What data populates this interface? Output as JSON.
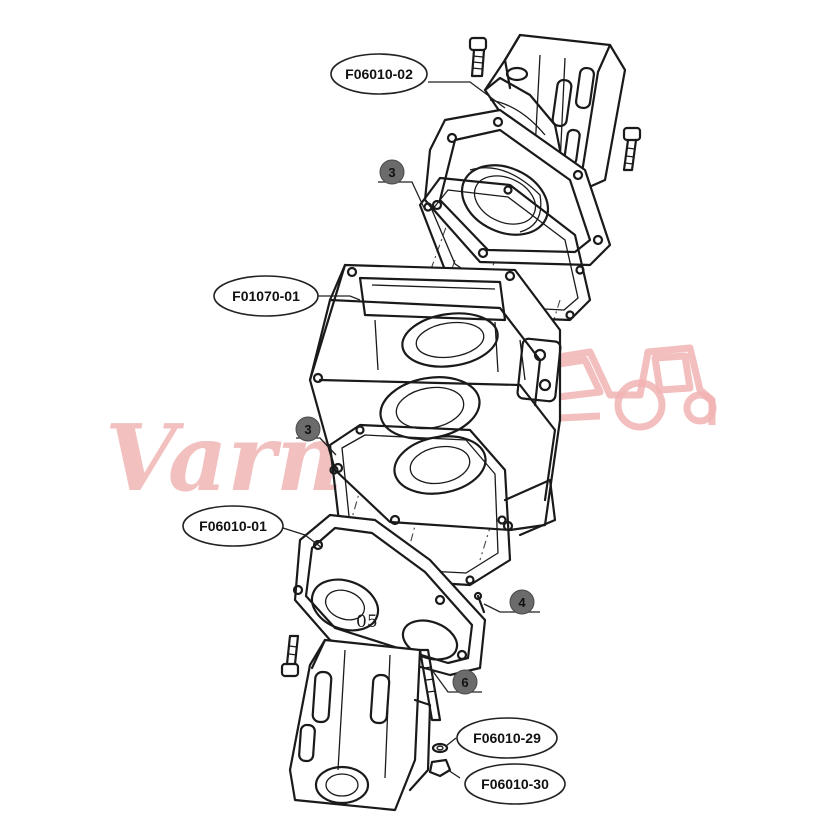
{
  "callouts": [
    {
      "id": "F06010-02",
      "label": "F06010-02"
    },
    {
      "id": "F01070-01",
      "label": "F01070-01"
    },
    {
      "id": "F06010-01",
      "label": "F06010-01"
    },
    {
      "id": "F06010-29",
      "label": "F06010-29"
    },
    {
      "id": "F06010-30",
      "label": "F06010-30"
    }
  ],
  "badges": [
    {
      "label": "3"
    },
    {
      "label": "3"
    },
    {
      "label": "4"
    },
    {
      "label": "6"
    }
  ],
  "casting_mark": "05",
  "watermark": {
    "text": "Varney",
    "color": "#f1b3b3",
    "logo_icon": "tractor-icon"
  }
}
